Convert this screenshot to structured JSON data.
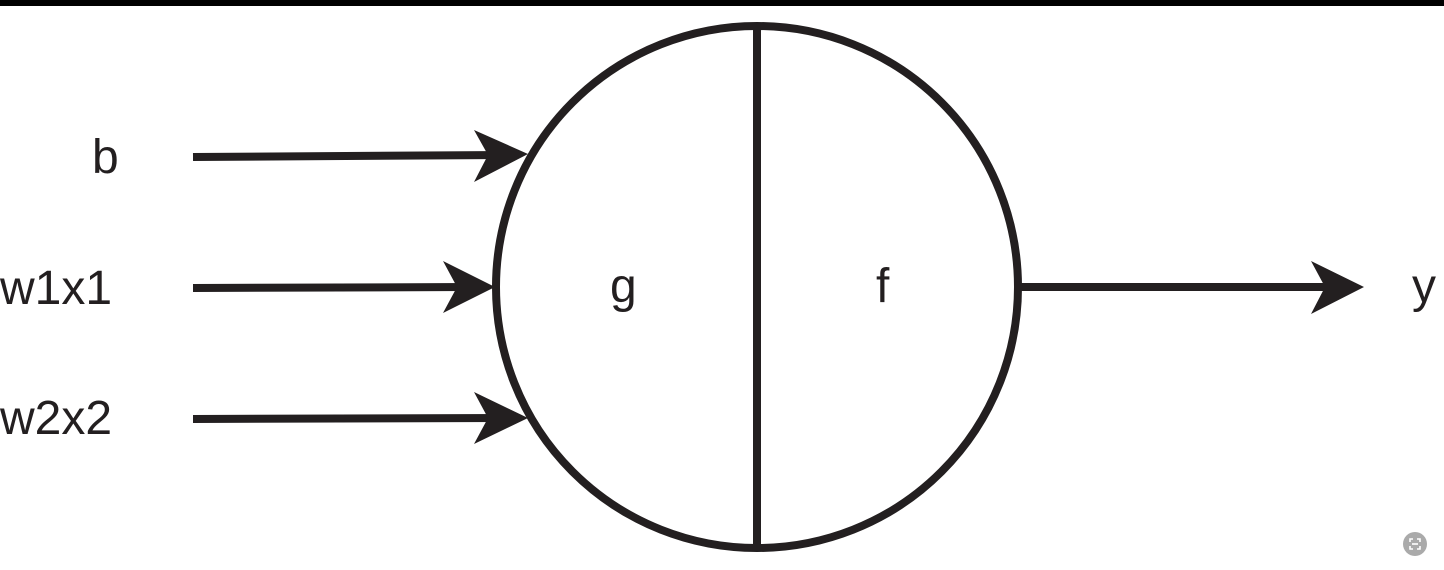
{
  "diagram": {
    "inputs": [
      {
        "label": "b"
      },
      {
        "label": "w1x1"
      },
      {
        "label": "w2x2"
      }
    ],
    "neuron": {
      "left_label": "g",
      "right_label": "f"
    },
    "output": {
      "label": "y"
    }
  },
  "colors": {
    "stroke": "#231f20",
    "top_bar": "#000000",
    "background": "#ffffff"
  },
  "icons": {
    "corner_button": "scan-icon"
  }
}
